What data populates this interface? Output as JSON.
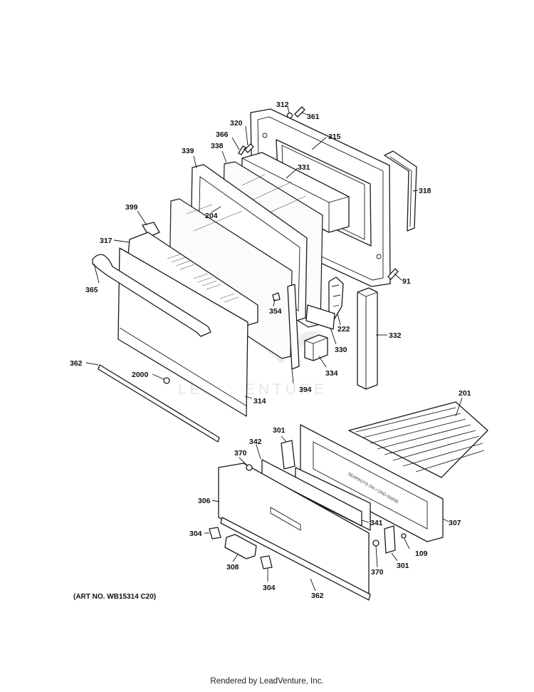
{
  "diagram": {
    "art_number": "(ART NO. WB15314 C20)",
    "watermark": "LEADVENTURE",
    "drawer_stamp": "SEAPAOTS ON • OND SNRIE",
    "callouts": [
      {
        "id": "312",
        "label": "312"
      },
      {
        "id": "361",
        "label": "361"
      },
      {
        "id": "320",
        "label": "320"
      },
      {
        "id": "366",
        "label": "366"
      },
      {
        "id": "315",
        "label": "315"
      },
      {
        "id": "339",
        "label": "339"
      },
      {
        "id": "338",
        "label": "338"
      },
      {
        "id": "331",
        "label": "331"
      },
      {
        "id": "318",
        "label": "318"
      },
      {
        "id": "399",
        "label": "399"
      },
      {
        "id": "204",
        "label": "204"
      },
      {
        "id": "317",
        "label": "317"
      },
      {
        "id": "91",
        "label": "91"
      },
      {
        "id": "365",
        "label": "365"
      },
      {
        "id": "354",
        "label": "354"
      },
      {
        "id": "222",
        "label": "222"
      },
      {
        "id": "332",
        "label": "332"
      },
      {
        "id": "330",
        "label": "330"
      },
      {
        "id": "362a",
        "label": "362"
      },
      {
        "id": "334",
        "label": "334"
      },
      {
        "id": "2000",
        "label": "2000"
      },
      {
        "id": "394",
        "label": "394"
      },
      {
        "id": "314",
        "label": "314"
      },
      {
        "id": "201",
        "label": "201"
      },
      {
        "id": "301a",
        "label": "301"
      },
      {
        "id": "342",
        "label": "342"
      },
      {
        "id": "370a",
        "label": "370"
      },
      {
        "id": "306",
        "label": "306"
      },
      {
        "id": "341",
        "label": "341"
      },
      {
        "id": "307",
        "label": "307"
      },
      {
        "id": "304a",
        "label": "304"
      },
      {
        "id": "109",
        "label": "109"
      },
      {
        "id": "308",
        "label": "308"
      },
      {
        "id": "370b",
        "label": "370"
      },
      {
        "id": "301b",
        "label": "301"
      },
      {
        "id": "304b",
        "label": "304"
      },
      {
        "id": "362b",
        "label": "362"
      }
    ]
  },
  "footer": {
    "credit": "Rendered by LeadVenture, Inc."
  }
}
